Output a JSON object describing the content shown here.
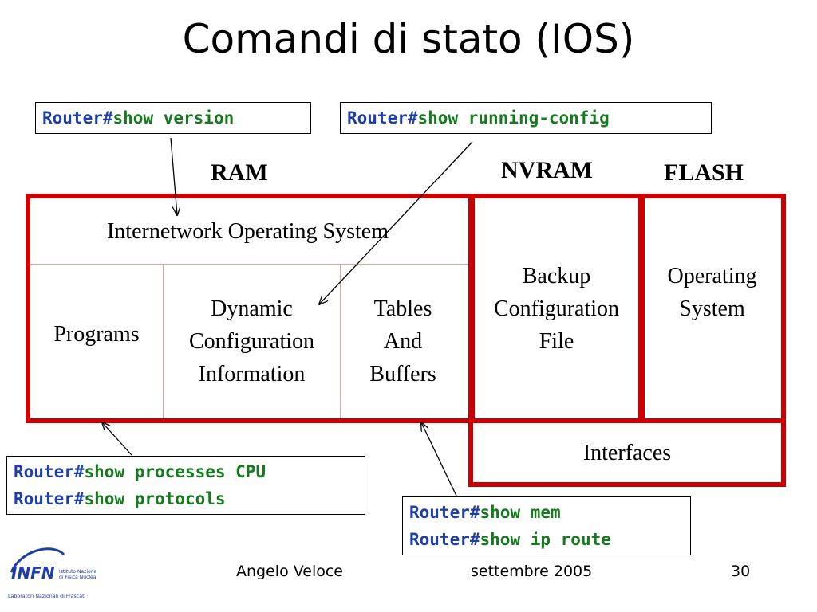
{
  "title": "Comandi di stato (IOS)",
  "commands": {
    "prompt": "Router#",
    "box1": [
      "show version"
    ],
    "box2": [
      "show running-config"
    ],
    "box3": [
      "show processes CPU",
      "show protocols"
    ],
    "box4": [
      "show mem",
      "show ip route"
    ]
  },
  "memory": {
    "ram": "RAM",
    "nvram": "NVRAM",
    "flash": "FLASH"
  },
  "ram": {
    "ios": "Internetwork Operating System",
    "programs": "Programs",
    "dynamic": [
      "Dynamic",
      "Configuration",
      "Information"
    ],
    "tables": [
      "Tables",
      "And",
      "Buffers"
    ]
  },
  "nvram": {
    "backup": [
      "Backup",
      "Configuration",
      "File"
    ]
  },
  "flash": {
    "os": [
      "Operating",
      "System"
    ]
  },
  "interfaces": "Interfaces",
  "logo": {
    "name": "INFN",
    "line1": "Istituto Nazionale",
    "line2": "di Fisica Nucleare",
    "lab": "Laboratori Nazionali di Frascati"
  },
  "footer": {
    "author": "Angelo Veloce",
    "date": "settembre 2005",
    "page": "30"
  },
  "colors": {
    "border": "#cc0000",
    "prompt": "#1f3fa8",
    "command": "#157a1e"
  }
}
